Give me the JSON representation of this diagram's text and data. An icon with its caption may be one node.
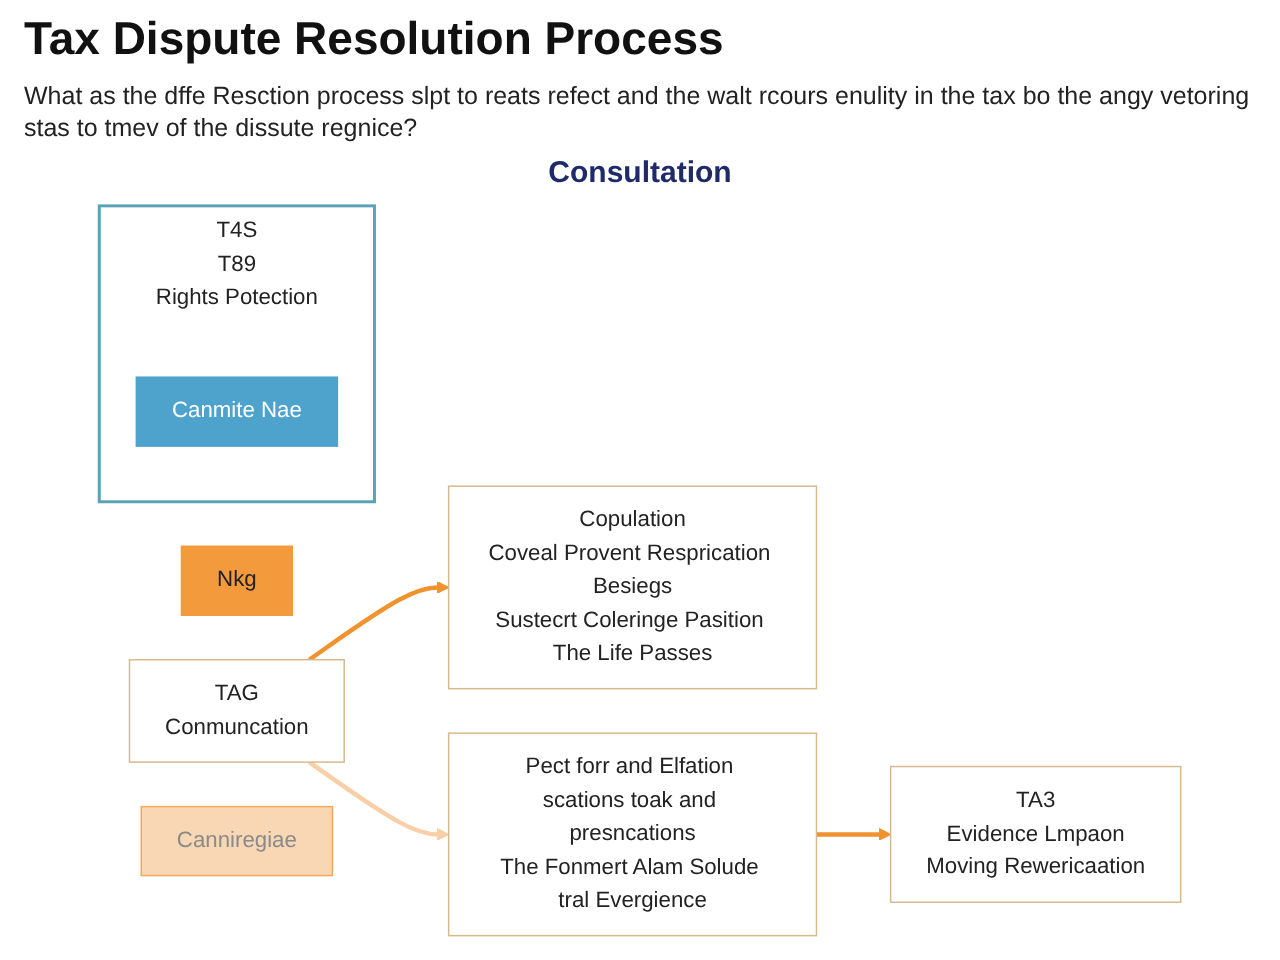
{
  "diagram": {
    "title": "Tax Dispute Resolution Process",
    "nodes": [
      {
        "text": [
          "Nkg"
        ]
      },
      {
        "text": [
          "TAG",
          "Conmuncation"
        ]
      },
      {
        "text": [
          "Copulation",
          "Coveal Provent Resprication Besiegs",
          "Sustecrt Coleringe Pasition The Life Passes"
        ]
      },
      {
        "text": [
          "Canniregiae"
        ]
      },
      {
        "text": [
          "Pect forr and Elfation scations toak and presncations",
          "The Fonmert Alam Solude tral Evergience"
        ]
      },
      {
        "text": [
          "TA3",
          "Evidence Lmpaon",
          "Moving Rewericaation"
        ]
      },
      {
        "text": [
          "T4S",
          "T89",
          "Rights Potection"
        ]
      },
      {
        "text": [
          "Canmite Nae"
        ],
        "in": 6
      }
    ],
    "edges": [
      {
        "from": 1,
        "to": 2,
        "arrow": "to"
      },
      {
        "from": 1,
        "to": 4,
        "arrow": "to",
        "color": "#f8cfa6"
      },
      {
        "from": 4,
        "to": 5,
        "arrow": "to"
      }
    ],
    "labels": [
      "What as the dffe Resction process slpt to reats refect and the walt rcours enulity in the tax bo the angy vetoring stas to tmev of the dissute regnice?",
      "Consultation"
    ]
  }
}
